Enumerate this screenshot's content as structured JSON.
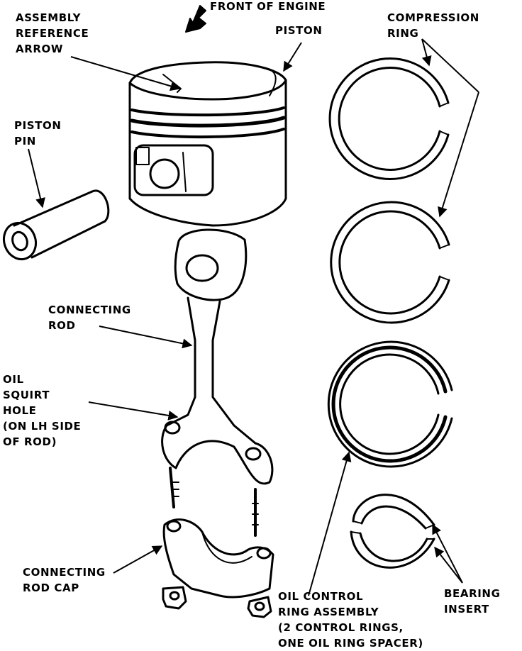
{
  "labels": {
    "front_of_engine": [
      "FRONT OF ENGINE"
    ],
    "assembly_reference_arrow": [
      "ASSEMBLY",
      "REFERENCE",
      "ARROW"
    ],
    "piston": [
      "PISTON"
    ],
    "compression_ring": [
      "COMPRESSION",
      "RING"
    ],
    "piston_pin": [
      "PISTON",
      "PIN"
    ],
    "connecting_rod": [
      "CONNECTING",
      "ROD"
    ],
    "oil_squirt_hole": [
      "OIL",
      "SQUIRT",
      "HOLE",
      "(ON LH SIDE",
      "OF ROD)"
    ],
    "connecting_rod_cap": [
      "CONNECTING",
      "ROD CAP"
    ],
    "oil_control_ring_assembly": [
      "OIL CONTROL",
      "RING ASSEMBLY",
      "(2 CONTROL RINGS,",
      "ONE OIL RING SPACER)"
    ],
    "bearing_insert": [
      "BEARING",
      "INSERT"
    ]
  },
  "colors": {
    "ink": "#000000",
    "paper": "#ffffff"
  }
}
